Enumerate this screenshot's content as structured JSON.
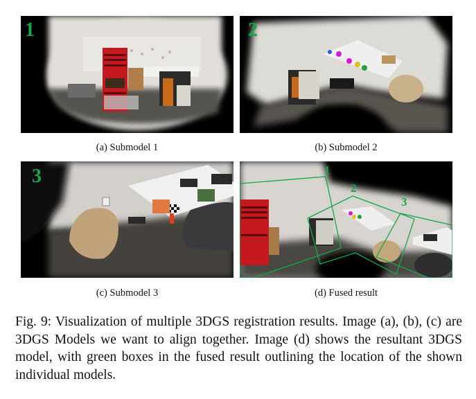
{
  "figure": {
    "number": "Fig. 9:",
    "caption": "Fig. 9: Visualization of multiple 3DGS registration results. Image (a), (b), (c) are 3DGS Models we want to align together. Image (d) shows the resultant 3DGS model, with green boxes in the fused result outlining the location of the shown individual models.",
    "accent_color": "#14a84a"
  },
  "panels": [
    {
      "id": "a",
      "label": "(a) Submodel 1",
      "overlay_number": "1",
      "content": "3DGS reconstruction: white wall with whiteboard, red tool chest, drill press, floor"
    },
    {
      "id": "b",
      "label": "(b) Submodel 2",
      "overlay_number": "2",
      "content": "3DGS reconstruction: desk with colored objects, drill press, sandbag"
    },
    {
      "id": "c",
      "label": "(c) Submodel 3",
      "overlay_number": "3",
      "content": "3DGS reconstruction: sandbag, desk with checkerboard and cables, office chair"
    },
    {
      "id": "d",
      "label": "(d) Fused result",
      "overlay_numbers": [
        "1",
        "2",
        "3"
      ],
      "content": "Fused 3DGS model with green boxes outlining submodels"
    }
  ]
}
